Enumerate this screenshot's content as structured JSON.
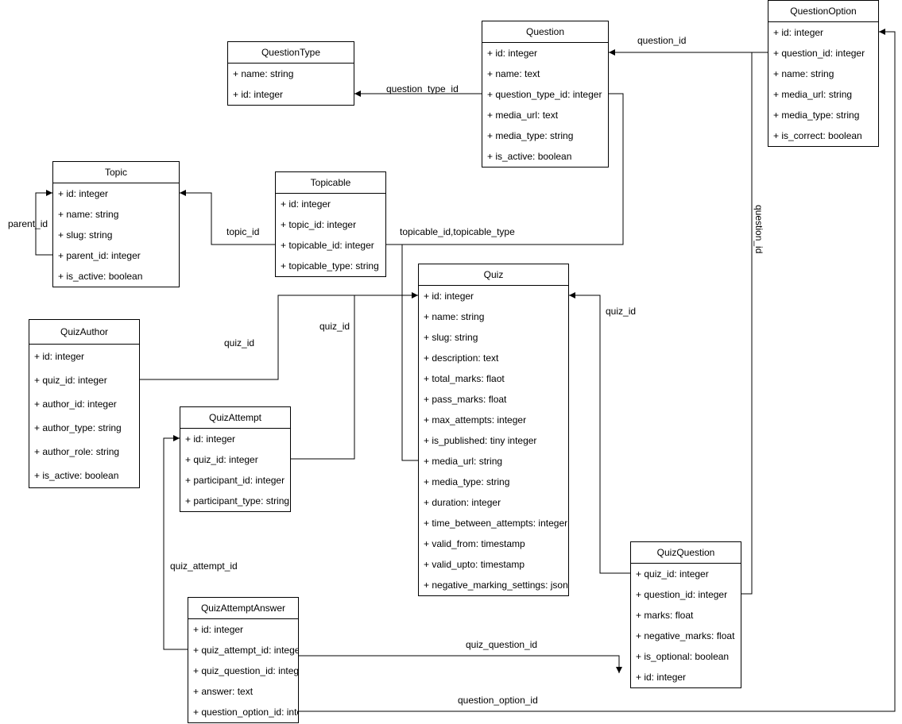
{
  "entities": {
    "question_type": {
      "title": "QuestionType",
      "attrs": [
        "+ name: string",
        "+ id: integer"
      ]
    },
    "question": {
      "title": "Question",
      "attrs": [
        "+ id: integer",
        "+ name: text",
        "+ question_type_id: integer",
        "+ media_url: text",
        "+ media_type: string",
        "+ is_active: boolean"
      ]
    },
    "question_option": {
      "title": "QuestionOption",
      "attrs": [
        "+ id: integer",
        "+ question_id: integer",
        "+ name: string",
        "+ media_url: string",
        "+ media_type: string",
        "+ is_correct: boolean"
      ]
    },
    "topic": {
      "title": "Topic",
      "attrs": [
        "+ id: integer",
        "+ name: string",
        "+ slug: string",
        "+ parent_id: integer",
        "+ is_active: boolean"
      ]
    },
    "topicable": {
      "title": "Topicable",
      "attrs": [
        "+ id: integer",
        "+ topic_id: integer",
        "+ topicable_id: integer",
        "+ topicable_type: string"
      ]
    },
    "quiz": {
      "title": "Quiz",
      "attrs": [
        "+ id: integer",
        "+ name: string",
        "+ slug: string",
        "+ description: text",
        "+ total_marks: flaot",
        "+ pass_marks: float",
        "+ max_attempts: integer",
        "+ is_published: tiny integer",
        "+ media_url: string",
        "+ media_type: string",
        "+ duration: integer",
        "+ time_between_attempts: integer",
        "+ valid_from: timestamp",
        "+ valid_upto: timestamp",
        "+ negative_marking_settings: json"
      ]
    },
    "quiz_author": {
      "title": "QuizAuthor",
      "attrs": [
        "+ id: integer",
        "+ quiz_id: integer",
        "+ author_id: integer",
        "+ author_type: string",
        "+ author_role: string",
        "+ is_active: boolean"
      ]
    },
    "quiz_attempt": {
      "title": "QuizAttempt",
      "attrs": [
        "+ id: integer",
        "+ quiz_id: integer",
        "+ participant_id: integer",
        "+ participant_type: string"
      ]
    },
    "quiz_attempt_answer": {
      "title": "QuizAttemptAnswer",
      "attrs": [
        "+ id: integer",
        "+ quiz_attempt_id: integer",
        "+ quiz_question_id: integer",
        "+ answer: text",
        "+ question_option_id: integer"
      ]
    },
    "quiz_question": {
      "title": "QuizQuestion",
      "attrs": [
        "+ quiz_id: integer",
        "+ question_id: integer",
        "+ marks: float",
        "+ negative_marks: float",
        "+ is_optional: boolean",
        "+ id: integer"
      ]
    }
  },
  "edge_labels": {
    "question_type_id": "question_type_id",
    "question_id_top": "question_id",
    "question_id_vertical": "question_id",
    "topic_id": "topic_id",
    "parent_id": "parent_id",
    "topicable": "topicable_id,topicable_type",
    "quiz_id_author": "quiz_id",
    "quiz_id_attempt": "quiz_id",
    "quiz_id_question": "quiz_id",
    "quiz_attempt_id": "quiz_attempt_id",
    "quiz_question_id": "quiz_question_id",
    "question_option_id": "question_option_id"
  }
}
